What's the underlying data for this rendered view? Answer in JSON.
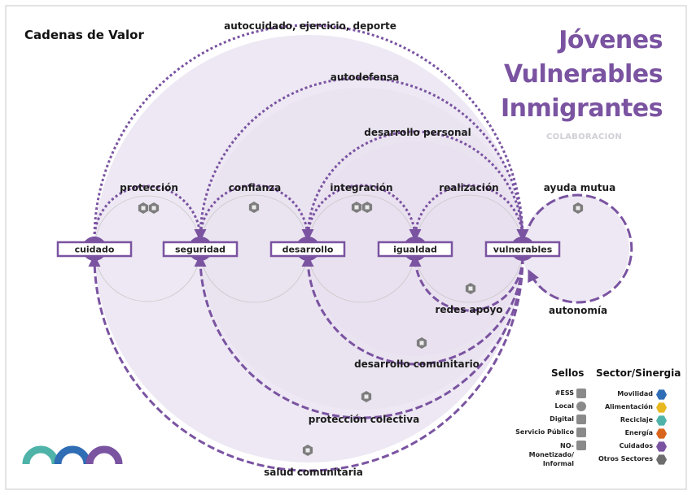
{
  "title": "Cadenas de Valor",
  "headline": [
    "Jóvenes",
    "Vulnerables",
    "Inmigrantes"
  ],
  "subtitle": "COLABORACION",
  "nodes": [
    {
      "id": "cuidado",
      "label": "cuidado"
    },
    {
      "id": "seguridad",
      "label": "seguridad"
    },
    {
      "id": "desarrollo",
      "label": "desarrollo"
    },
    {
      "id": "igualdad",
      "label": "igualdad"
    },
    {
      "id": "vulnerables",
      "label": "vulnerables"
    }
  ],
  "links_top": [
    {
      "label": "protección",
      "from": "cuidado",
      "to": "seguridad",
      "seal_types": [
        "Servicio Público",
        "Local"
      ]
    },
    {
      "label": "confianza",
      "from": "seguridad",
      "to": "desarrollo",
      "seal_types": [
        "NO-Monetizado/ Informal"
      ]
    },
    {
      "label": "integración",
      "from": "desarrollo",
      "to": "igualdad",
      "seal_types": [
        "Servicio Público",
        "Servicio Público"
      ]
    },
    {
      "label": "realización",
      "from": "igualdad",
      "to": "vulnerables",
      "seal_types": []
    },
    {
      "label": "desarrollo personal",
      "from": "desarrollo",
      "to": "vulnerables",
      "seal_types": []
    },
    {
      "label": "autodefensa",
      "from": "seguridad",
      "to": "vulnerables",
      "seal_types": []
    },
    {
      "label": "autocuidado, ejercicio, deporte",
      "from": "cuidado",
      "to": "vulnerables",
      "seal_types": []
    }
  ],
  "links_bottom": [
    {
      "label": "redes apoyo",
      "from": "vulnerables",
      "to": "igualdad",
      "seal_types": [
        "NO-Monetizado/ Informal"
      ]
    },
    {
      "label": "desarrollo comunitario",
      "from": "vulnerables",
      "to": "desarrollo",
      "seal_types": [
        "NO-Monetizado/ Informal"
      ]
    },
    {
      "label": "protección colectiva",
      "from": "vulnerables",
      "to": "seguridad",
      "seal_types": [
        "NO-Monetizado/ Informal"
      ]
    },
    {
      "label": "salud comunitaria",
      "from": "vulnerables",
      "to": "cuidado",
      "seal_types": [
        "NO-Monetizado/ Informal"
      ]
    }
  ],
  "loops": [
    {
      "label": "ayuda mutua",
      "seal_types": [
        "NO-Monetizado/ Informal"
      ]
    },
    {
      "label": "autonomía",
      "seal_types": []
    }
  ],
  "legend": {
    "sellos_title": "Sellos",
    "sellos": [
      "#ESS",
      "Local",
      "Digital",
      "Servicio Público",
      "NO-Monetizado/ Informal"
    ],
    "sector_title": "Sector/Sinergia",
    "sectors": [
      {
        "label": "Movilidad",
        "color": "#2f6db5"
      },
      {
        "label": "Alimentación",
        "color": "#e8b820"
      },
      {
        "label": "Reciclaje",
        "color": "#4fb3a9"
      },
      {
        "label": "Energía",
        "color": "#d9651c"
      },
      {
        "label": "Cuidados",
        "color": "#7a53a1"
      },
      {
        "label": "Otros Sectores",
        "color": "#6d6d6d"
      }
    ]
  },
  "colors": {
    "accent": "#7a53a1",
    "fill": "#e7e0ef",
    "logo": [
      "#4fb3a9",
      "#2f6db5",
      "#7a53a1"
    ]
  }
}
